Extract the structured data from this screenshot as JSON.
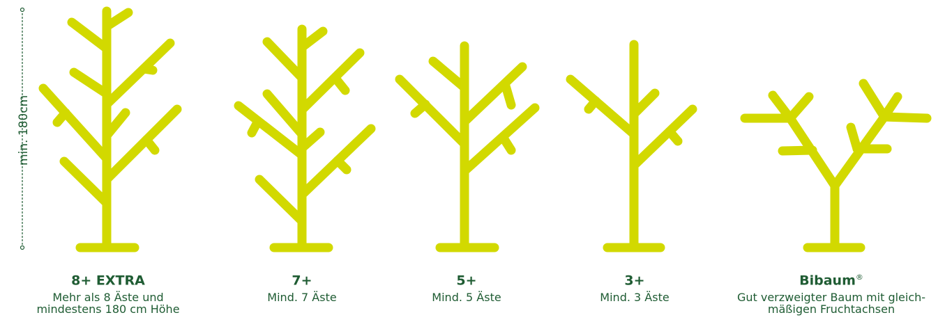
{
  "scale": {
    "label": "min. 180cm"
  },
  "colors": {
    "tree": "#d2d900",
    "text": "#1f5c33",
    "scale_line": "#1f5c33"
  },
  "trees": [
    {
      "title": "8+ EXTRA",
      "superscript": "",
      "description_lines": [
        "Mehr als 8 Äste und",
        "mindestens 180 cm Höhe"
      ]
    },
    {
      "title": "7+",
      "superscript": "",
      "description_lines": [
        "Mind. 7 Äste"
      ]
    },
    {
      "title": "5+",
      "superscript": "",
      "description_lines": [
        "Mind. 5 Äste"
      ]
    },
    {
      "title": "3+",
      "superscript": "",
      "description_lines": [
        "Mind. 3 Äste"
      ]
    },
    {
      "title": "Bibaum",
      "superscript": "®",
      "description_lines": [
        "Gut verzweigter Baum mit gleich-",
        "mäßigen Fruchtachsen"
      ]
    }
  ]
}
